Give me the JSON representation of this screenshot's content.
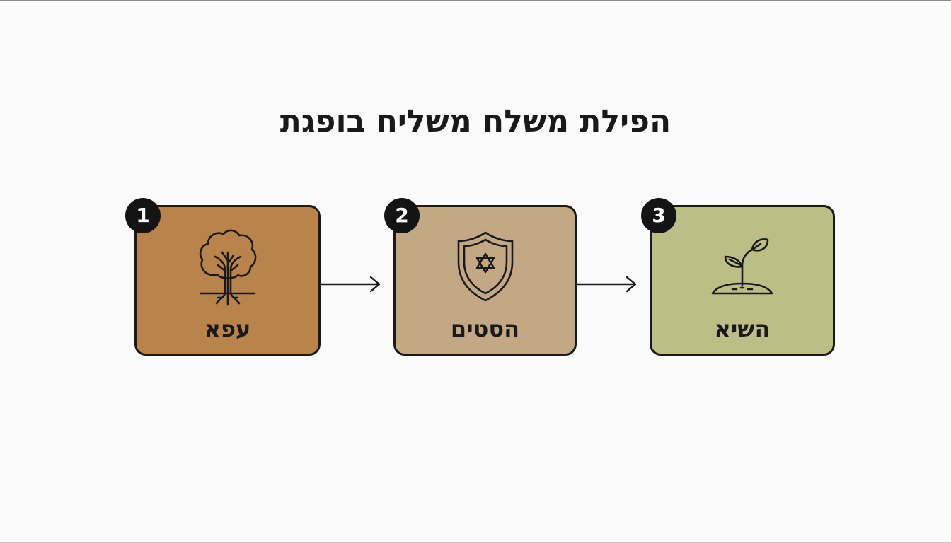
{
  "title": "הפילת משלח משליח בופגת",
  "colors": {
    "step1": "#b9834c",
    "step2": "#c4a886",
    "step3": "#bdbd88",
    "badge": "#141414",
    "ink": "#1a1a1a"
  },
  "steps": [
    {
      "number": "1",
      "label": "עפא",
      "icon": "tree-with-roots-icon"
    },
    {
      "number": "2",
      "label": "הסטים",
      "icon": "shield-star-icon"
    },
    {
      "number": "3",
      "label": "השיא",
      "icon": "sprout-icon"
    }
  ]
}
